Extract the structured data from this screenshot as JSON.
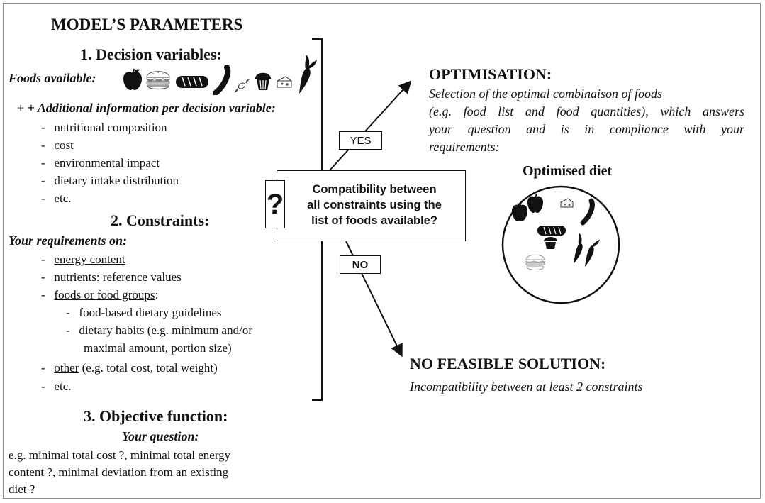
{
  "header": {
    "title": "MODEL’S PARAMETERS"
  },
  "decision_variables": {
    "title": "1. Decision variables:",
    "foods_label": "Foods available:",
    "info_label": "+ Additional information per decision variable:",
    "items": [
      "nutritional composition",
      "cost",
      "environmental impact",
      "dietary intake distribution",
      "etc."
    ]
  },
  "constraints": {
    "title": "2. Constraints:",
    "requirements_label": "Your requirements on:",
    "items": [
      {
        "key": "energy content",
        "rest": ""
      },
      {
        "key": "nutrients",
        "rest": ": reference values"
      },
      {
        "key": "foods or food groups",
        "rest": ":"
      }
    ],
    "subitems": [
      "food-based dietary guidelines",
      "dietary habits (e.g. minimum and/or",
      "maximal amount, portion size)"
    ],
    "other": {
      "key": "other",
      "rest": " (e.g. total cost, total weight)"
    },
    "etc": "etc."
  },
  "objective": {
    "title": "3. Objective function:",
    "question_label": "Your question:",
    "lines": [
      "e.g. minimal total cost ?, minimal total energy",
      "content ?, minimal deviation from an existing",
      "diet ?"
    ]
  },
  "decision": {
    "symbol": "?",
    "lines": [
      "Compatibility between",
      "all constraints using the",
      "list of foods available?"
    ],
    "yes_label": "YES",
    "no_label": "NO"
  },
  "optimisation": {
    "title": "OPTIMISATION:",
    "lines": [
      "Selection of the optimal combinaison of foods",
      "(e.g. food list and food quantities), which answers",
      "your question and is in compliance with your",
      "requirements:"
    ],
    "diet_label": "Optimised diet"
  },
  "no_solution": {
    "title": "NO FEASIBLE SOLUTION:",
    "text": "Incompatibility between at least 2 constraints"
  },
  "icons": [
    "apple-icon",
    "burger-icon",
    "bread-icon",
    "sausage-icon",
    "candy-icon",
    "muffin-icon",
    "cheese-icon",
    "carrot-icon"
  ]
}
